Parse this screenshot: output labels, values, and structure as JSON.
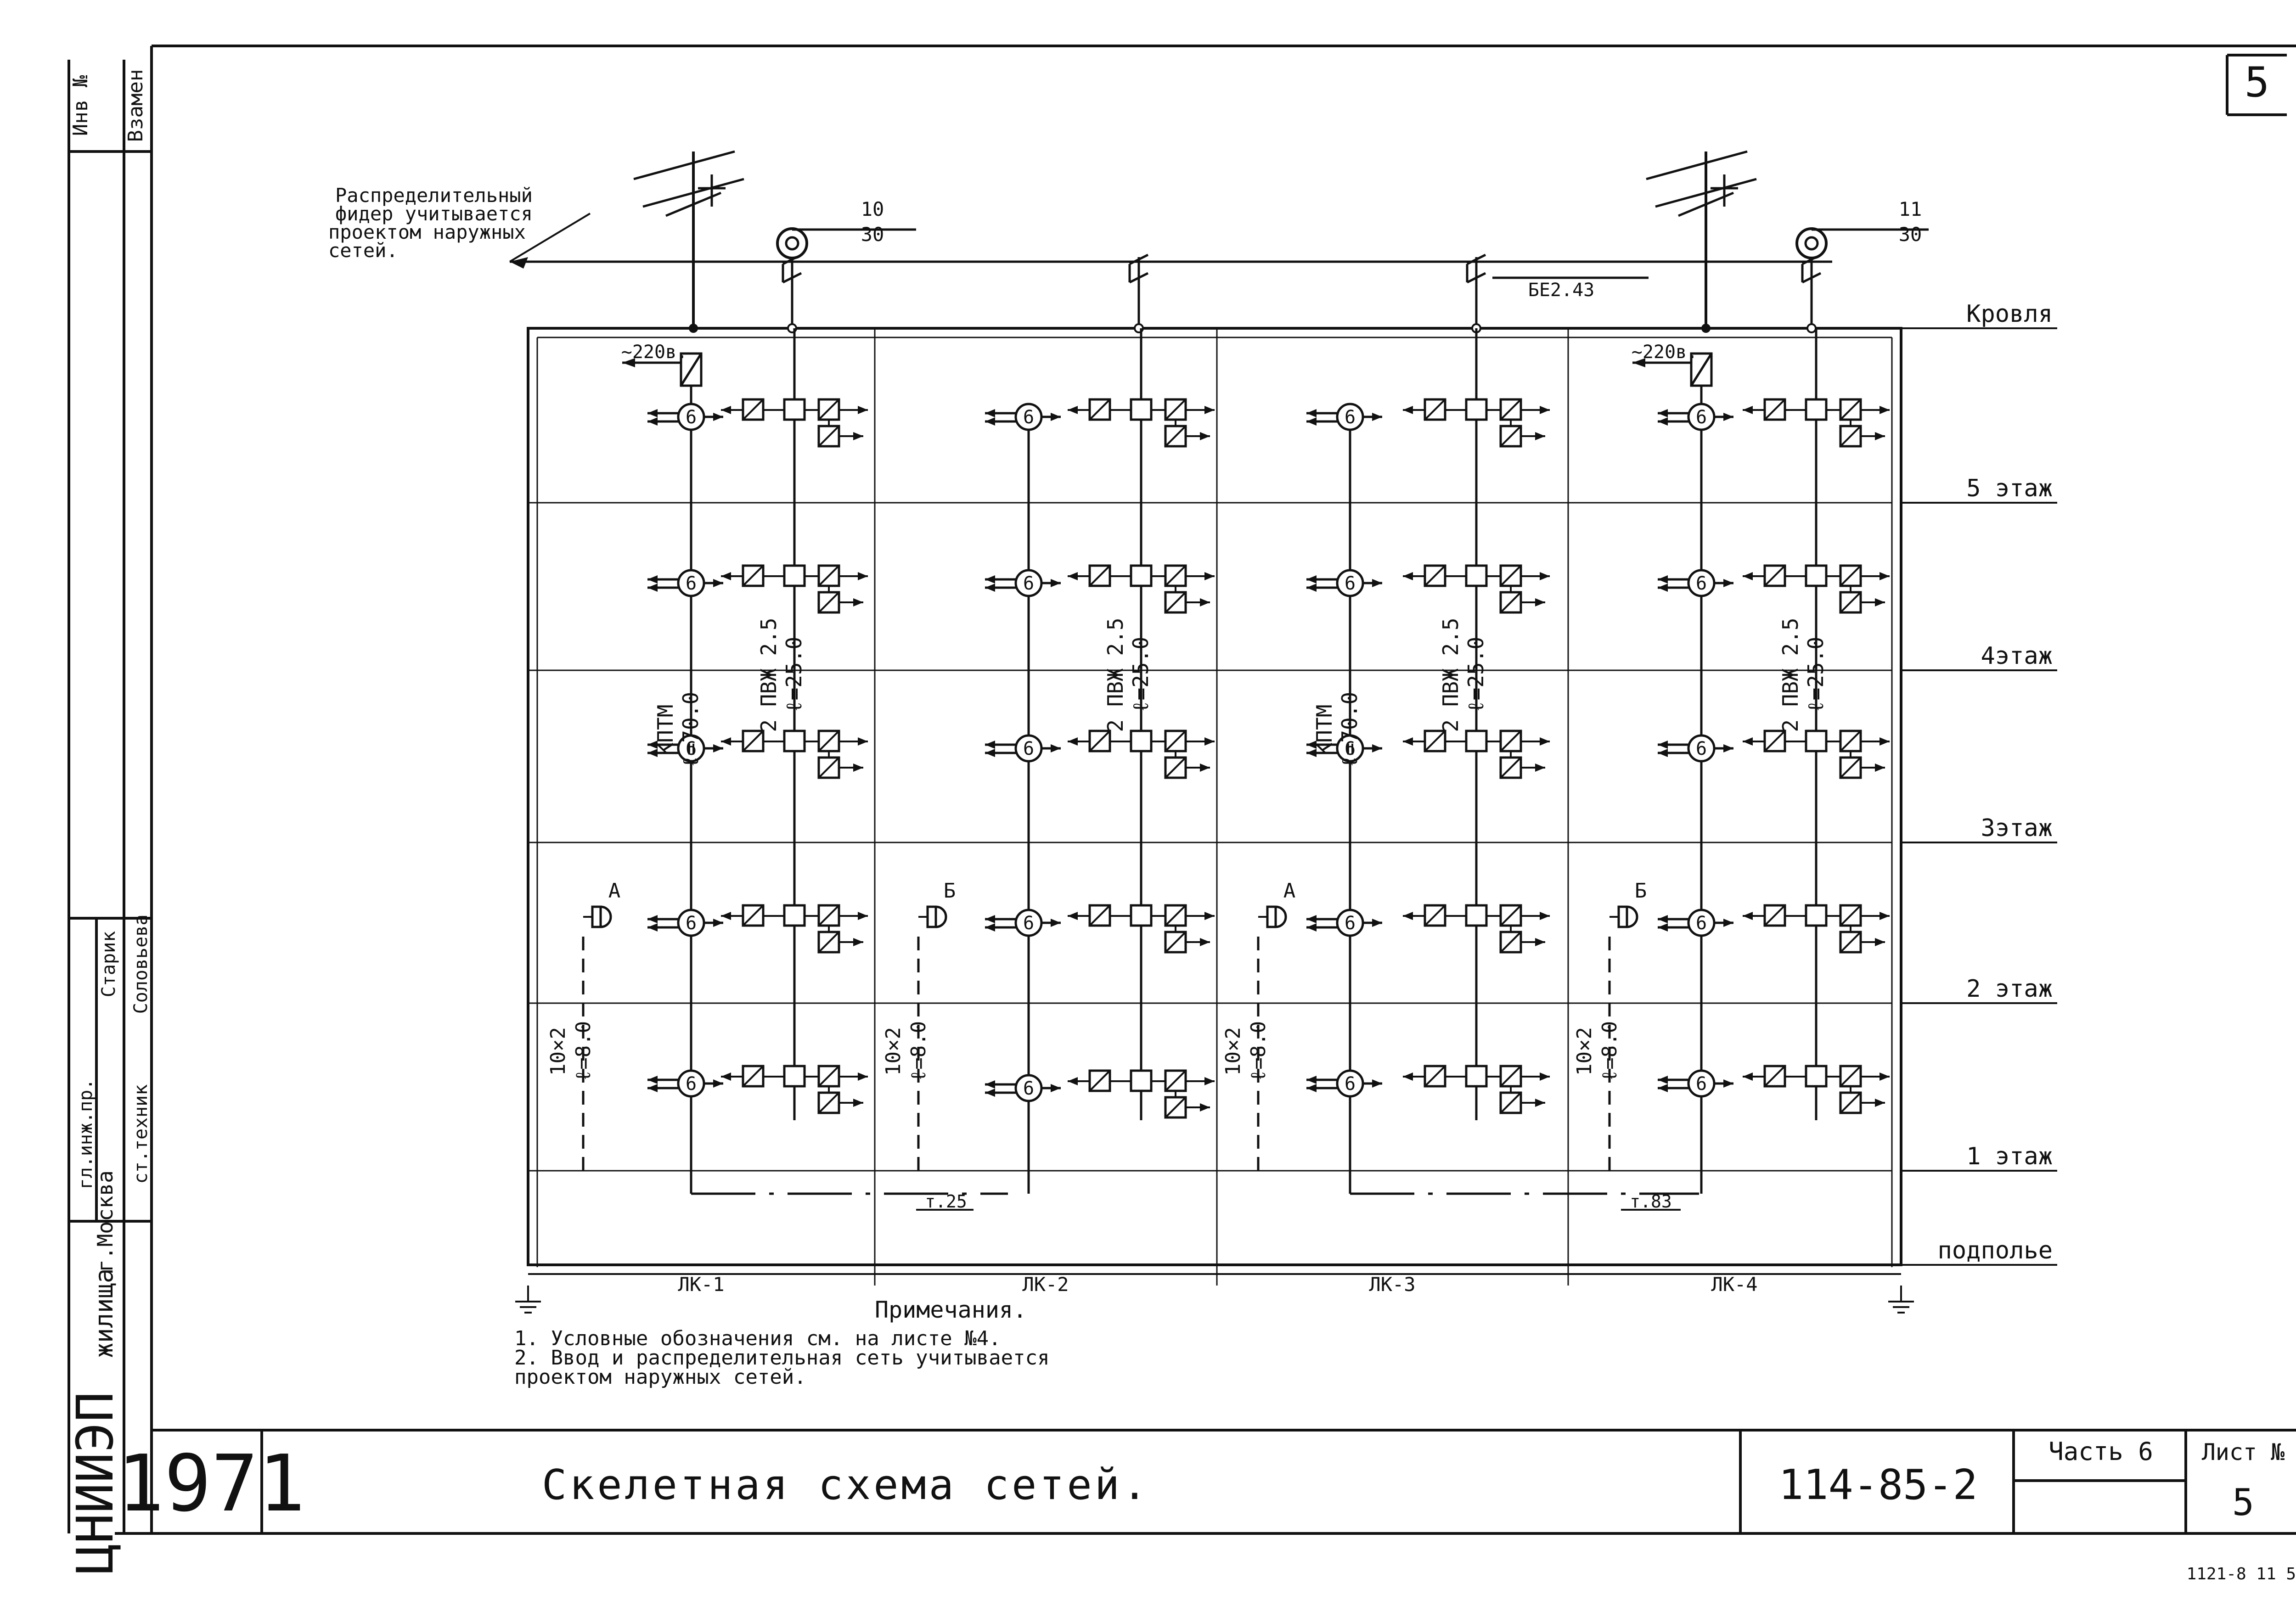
{
  "sheet_number_corner": "5",
  "labels": {
    "feeder_note": [
      "Распределительный",
      "фидер учитывается",
      "проектом наружных",
      "сетей."
    ],
    "fraction_left": {
      "top": "10",
      "bottom": "30"
    },
    "fraction_right": {
      "top": "11",
      "bottom": "30"
    },
    "cable_tag": "БЕ2.43",
    "supply": "~220в."
  },
  "floors": [
    "Кровля",
    "5 этаж",
    "4этаж",
    "3этаж",
    "2 этаж",
    "1 этаж",
    "подполье"
  ],
  "sections": [
    "ЛК-1",
    "ЛК-2",
    "ЛК-3",
    "ЛК-4"
  ],
  "riser_cable": {
    "name": "КПТМ",
    "length": "ℓ=70.0"
  },
  "wire_cable": {
    "name": "2 ПВЖ 2.5",
    "length": "ℓ=25.0"
  },
  "drop_cable": {
    "name": "10×2",
    "length": "ℓ=8.0"
  },
  "box_label": "6",
  "speakers": [
    "А",
    "Б",
    "А",
    "Б"
  ],
  "trench_tags": [
    "т.25",
    "т.83"
  ],
  "notes": {
    "heading": "Примечания.",
    "items": [
      "1. Условные   обозначения   см.  на  листе  №4.",
      "2. Ввод  и распределительная  сеть  учитывается",
      "   проектом   наружных   сетей."
    ]
  },
  "title_block": {
    "year": "1971",
    "title": "Скелетная   схема   сетей.",
    "code": "114-85-2",
    "part": "Часть 6",
    "sheet_label": "Лист №",
    "sheet_no": "5",
    "org": "ЦНИИЭП",
    "org2": "жилища",
    "city": "г.Москва",
    "inv": "Инв №",
    "vzamen": "Взамен",
    "roles": [
      "гл.инж.пр.",
      "ст.техник"
    ],
    "names": [
      "Старик",
      "Соловьева"
    ]
  },
  "footer_mark": "1121-8  11     5"
}
